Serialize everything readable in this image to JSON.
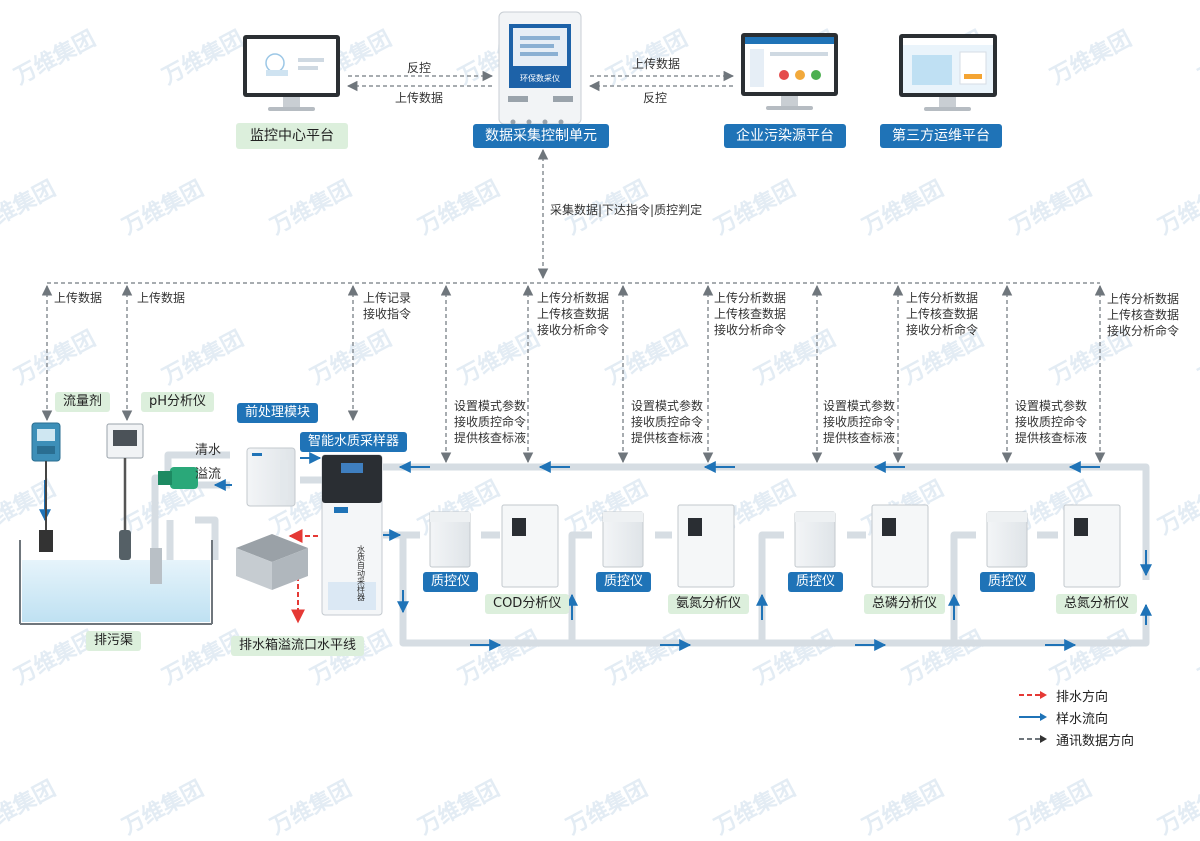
{
  "top": {
    "monitor_center": "监控中心平台",
    "dacu": "数据采集控制单元",
    "dacu_screen_label": "环保数采仪",
    "enterprise": "企业污染源平台",
    "third_party": "第三方运维平台",
    "left_link": {
      "top_label": "反控",
      "bottom_label": "上传数据"
    },
    "right_link": {
      "top_label": "上传数据",
      "bottom_label": "反控"
    },
    "vertical_label": "采集数据|下达指令|质控判定"
  },
  "comm_labels": {
    "flow_upload": "上传数据",
    "ph_upload": "上传数据",
    "sampler_record": [
      "上传记录",
      "接收指令"
    ],
    "analyzer_up": [
      "上传分析数据",
      "上传核查数据",
      "接收分析命令"
    ],
    "qc_down": [
      "设置模式参数",
      "接收质控命令",
      "提供核查标液"
    ]
  },
  "field": {
    "flowmeter": "流量剂",
    "ph_meter": "pH分析仪",
    "pretreatment": "前处理模块",
    "sampler": "智能水质采样器",
    "sampler_vertical_text": "水质自动采样器",
    "clear_water": "清水",
    "overflow": "溢流",
    "drain_channel": "排污渠",
    "drain_box": "排水箱溢流口水平线"
  },
  "units": [
    {
      "qc": "质控仪",
      "analyzer": "COD分析仪"
    },
    {
      "qc": "质控仪",
      "analyzer": "氨氮分析仪"
    },
    {
      "qc": "质控仪",
      "analyzer": "总磷分析仪"
    },
    {
      "qc": "质控仪",
      "analyzer": "总氮分析仪"
    }
  ],
  "legend": {
    "drain": "排水方向",
    "sample": "样水流向",
    "comm": "通讯数据方向"
  },
  "colors": {
    "brand_blue": "#1f73b7",
    "tag_green": "#dcefdc",
    "drain_red": "#e53935",
    "comm_gray": "#8a9096",
    "pipe": "#d6dde3"
  },
  "watermark": "万维集团"
}
